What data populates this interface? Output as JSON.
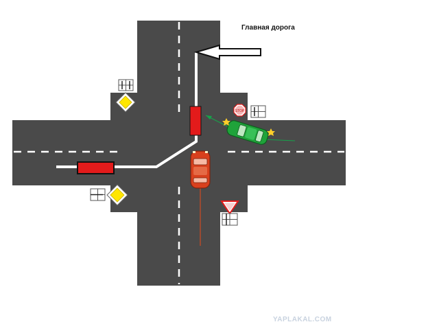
{
  "diagram": {
    "title": "Главная дорога",
    "watermark": "YAPLAKAL.COM",
    "stop_sign_text": "STOP",
    "colors": {
      "road": "#4a4a4a",
      "marking": "#ffffff",
      "main_road_band": "#e31b1b",
      "red_car": "#d8401d",
      "green_car": "#1fa33a",
      "turn_signal": "#ffcf2a",
      "main_road_sign": "#ffe600",
      "yield_sign_border": "#e31b1b",
      "green_path": "#16a34a",
      "red_path": "#b44a2a"
    },
    "icons": [
      "arrow-left-icon",
      "main-road-sign-icon",
      "yield-sign-icon",
      "stop-sign-icon",
      "direction-plate-icon",
      "car-icon"
    ]
  }
}
